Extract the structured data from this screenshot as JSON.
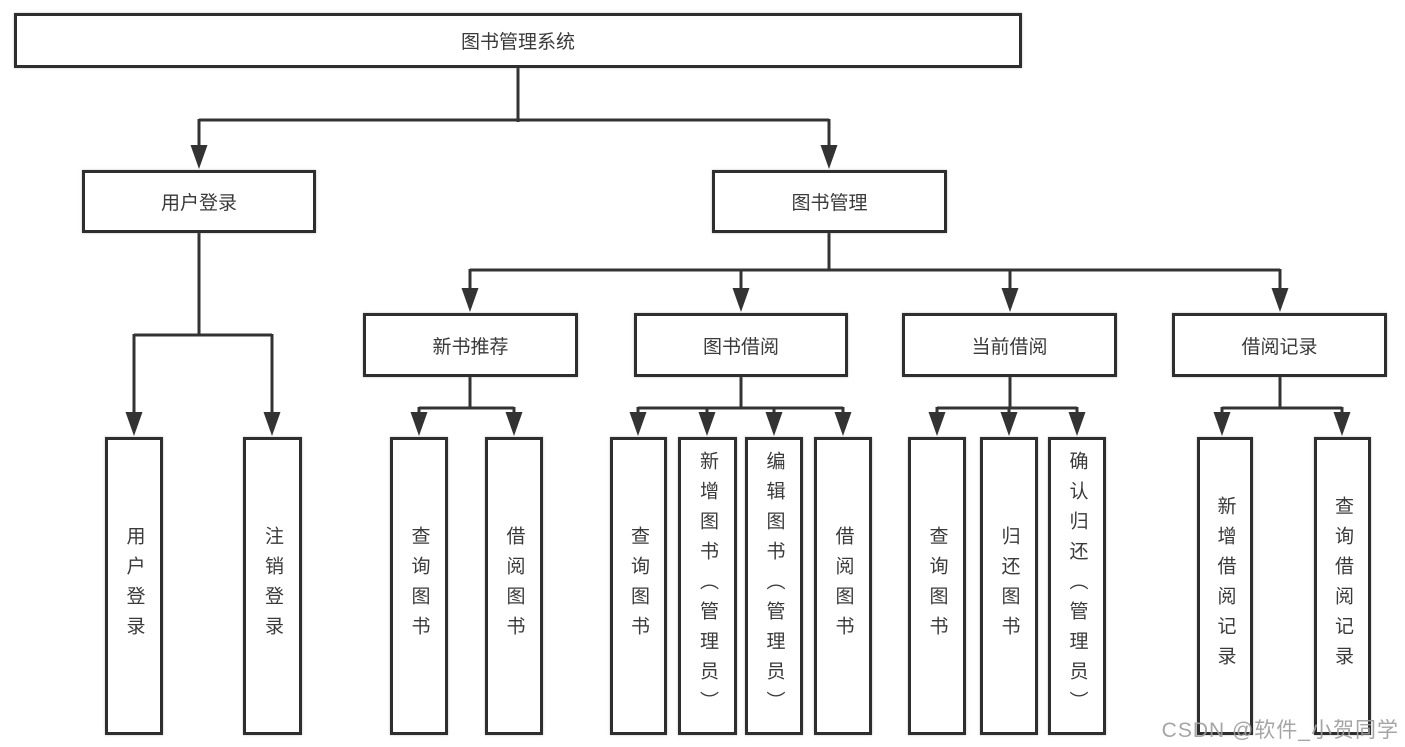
{
  "diagram": {
    "title": "图书管理系统",
    "root": {
      "label": "图书管理系统"
    },
    "level2": [
      {
        "label": "用户登录"
      },
      {
        "label": "图书管理"
      }
    ],
    "level3": [
      {
        "label": "新书推荐"
      },
      {
        "label": "图书借阅"
      },
      {
        "label": "当前借阅"
      },
      {
        "label": "借阅记录"
      }
    ],
    "leaves": [
      {
        "label": "用户登录"
      },
      {
        "label": "注销登录"
      },
      {
        "label": "查询图书"
      },
      {
        "label": "借阅图书"
      },
      {
        "label": "查询图书"
      },
      {
        "label": "新增图书（管理员）"
      },
      {
        "label": "编辑图书（管理员）"
      },
      {
        "label": "借阅图书"
      },
      {
        "label": "查询图书"
      },
      {
        "label": "归还图书"
      },
      {
        "label": "确认归还（管理员）"
      },
      {
        "label": "新增借阅记录"
      },
      {
        "label": "查询借阅记录"
      }
    ]
  },
  "watermark": {
    "text": "CSDN @软件_小贺同学"
  },
  "colors": {
    "line": "#333333",
    "border": "#2e2e2e",
    "text": "#3a3a3a",
    "watermark": "#9e9e9e",
    "background": "#ffffff"
  }
}
